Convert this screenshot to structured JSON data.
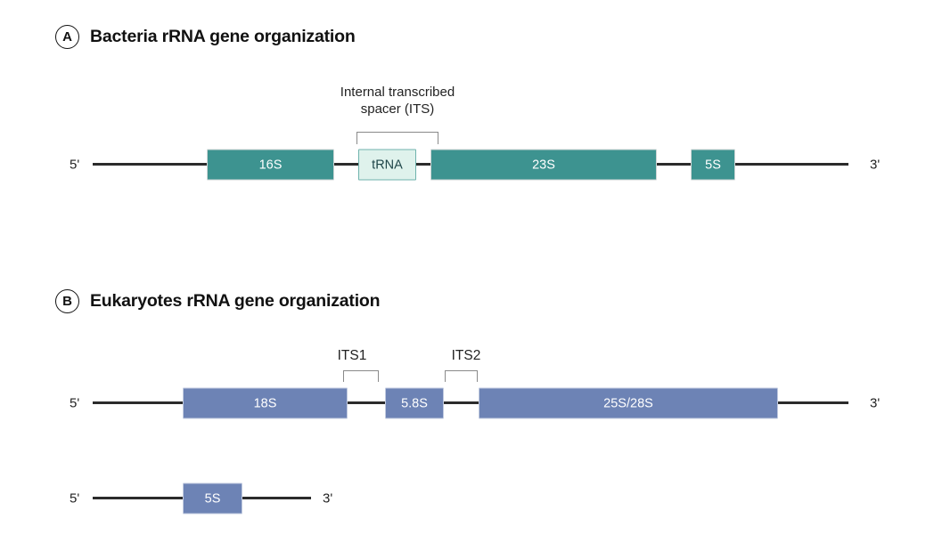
{
  "panels": [
    {
      "badge": "A",
      "title": "Bacteria rRNA gene organization",
      "bracket_label": "Internal transcribed\nspacer (ITS)",
      "five_prime": "5'",
      "three_prime": "3'",
      "genes": [
        {
          "label": "16S",
          "style": "teal"
        },
        {
          "label": "tRNA",
          "style": "mint"
        },
        {
          "label": "23S",
          "style": "teal"
        },
        {
          "label": "5S",
          "style": "teal"
        }
      ]
    },
    {
      "badge": "B",
      "title": "Eukaryotes rRNA gene organization",
      "bracket_label_1": "ITS1",
      "bracket_label_2": "ITS2",
      "five_prime": "5'",
      "three_prime": "3'",
      "five_prime_2": "5'",
      "three_prime_2": "3'",
      "genes": [
        {
          "label": "18S",
          "style": "blue"
        },
        {
          "label": "5.8S",
          "style": "blue"
        },
        {
          "label": "25S/28S",
          "style": "blue"
        }
      ],
      "second_locus": [
        {
          "label": "5S",
          "style": "blue"
        }
      ]
    }
  ],
  "colors": {
    "teal_fill": "#3d9390",
    "mint_fill": "#dff2ec",
    "mint_border": "#6fb3ad",
    "blue_fill": "#6d83b5",
    "line": "#2b2b2b",
    "bracket": "#8a8a8a",
    "text": "#111111",
    "background": "#ffffff"
  }
}
